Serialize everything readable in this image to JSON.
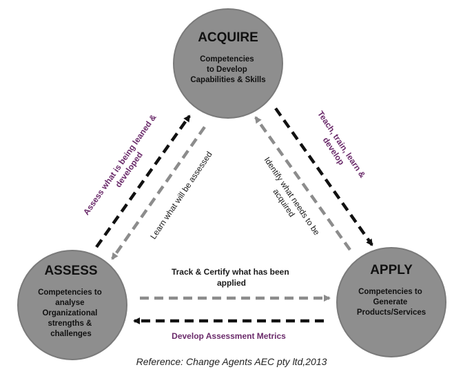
{
  "colors": {
    "circle": "#8e8e8e",
    "circle_stroke": "#7a7a7a",
    "dark_arrow": "#111111",
    "gray_arrow": "#8c8c8c",
    "purple": "#6a2a6a",
    "dark_text": "#1a1a1a"
  },
  "nodes": {
    "acquire": {
      "title": "ACQUIRE",
      "lines": [
        "Competencies",
        "to Develop",
        "Capabilities & Skills"
      ]
    },
    "assess": {
      "title": "ASSESS",
      "lines": [
        "Competencies to",
        "analyse",
        "Organizational",
        "strengths &",
        "challenges"
      ]
    },
    "apply": {
      "title": "APPLY",
      "lines": [
        "Competencies to",
        "Generate",
        "Products/Services"
      ]
    }
  },
  "edges": {
    "assess_to_acquire": {
      "lines": [
        "Assess what is being leaned &",
        "developed"
      ]
    },
    "acquire_to_assess": {
      "lines": [
        "Learn what will be assessed"
      ]
    },
    "acquire_to_apply": {
      "lines": [
        "Teach, train, learn &",
        "develop"
      ]
    },
    "apply_to_acquire": {
      "lines": [
        "Identify what needs to be",
        "acquired"
      ]
    },
    "assess_to_apply": {
      "lines": [
        "Track & Certify what has been",
        "applied"
      ]
    },
    "apply_to_assess": {
      "lines": [
        "Develop Assessment Metrics"
      ]
    }
  },
  "reference": "Reference: Change Agents AEC pty ltd,2013"
}
